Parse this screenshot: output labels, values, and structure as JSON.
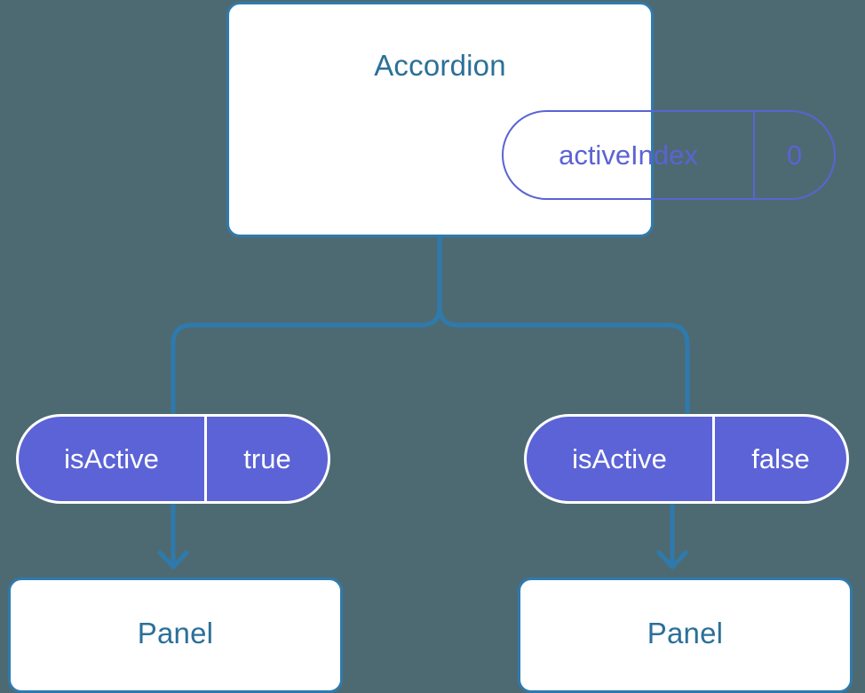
{
  "diagram": {
    "type": "component-state-tree",
    "background_color": "#4d6a73",
    "accent_blue": "#2f7aad",
    "accent_purple": "#5c63d6",
    "title_color": "#2b7099"
  },
  "root": {
    "title": "Accordion",
    "state": {
      "key": "activeIndex",
      "value": "0"
    }
  },
  "children": [
    {
      "prop": {
        "key": "isActive",
        "value": "true"
      },
      "component": {
        "title": "Panel"
      }
    },
    {
      "prop": {
        "key": "isActive",
        "value": "false"
      },
      "component": {
        "title": "Panel"
      }
    }
  ]
}
